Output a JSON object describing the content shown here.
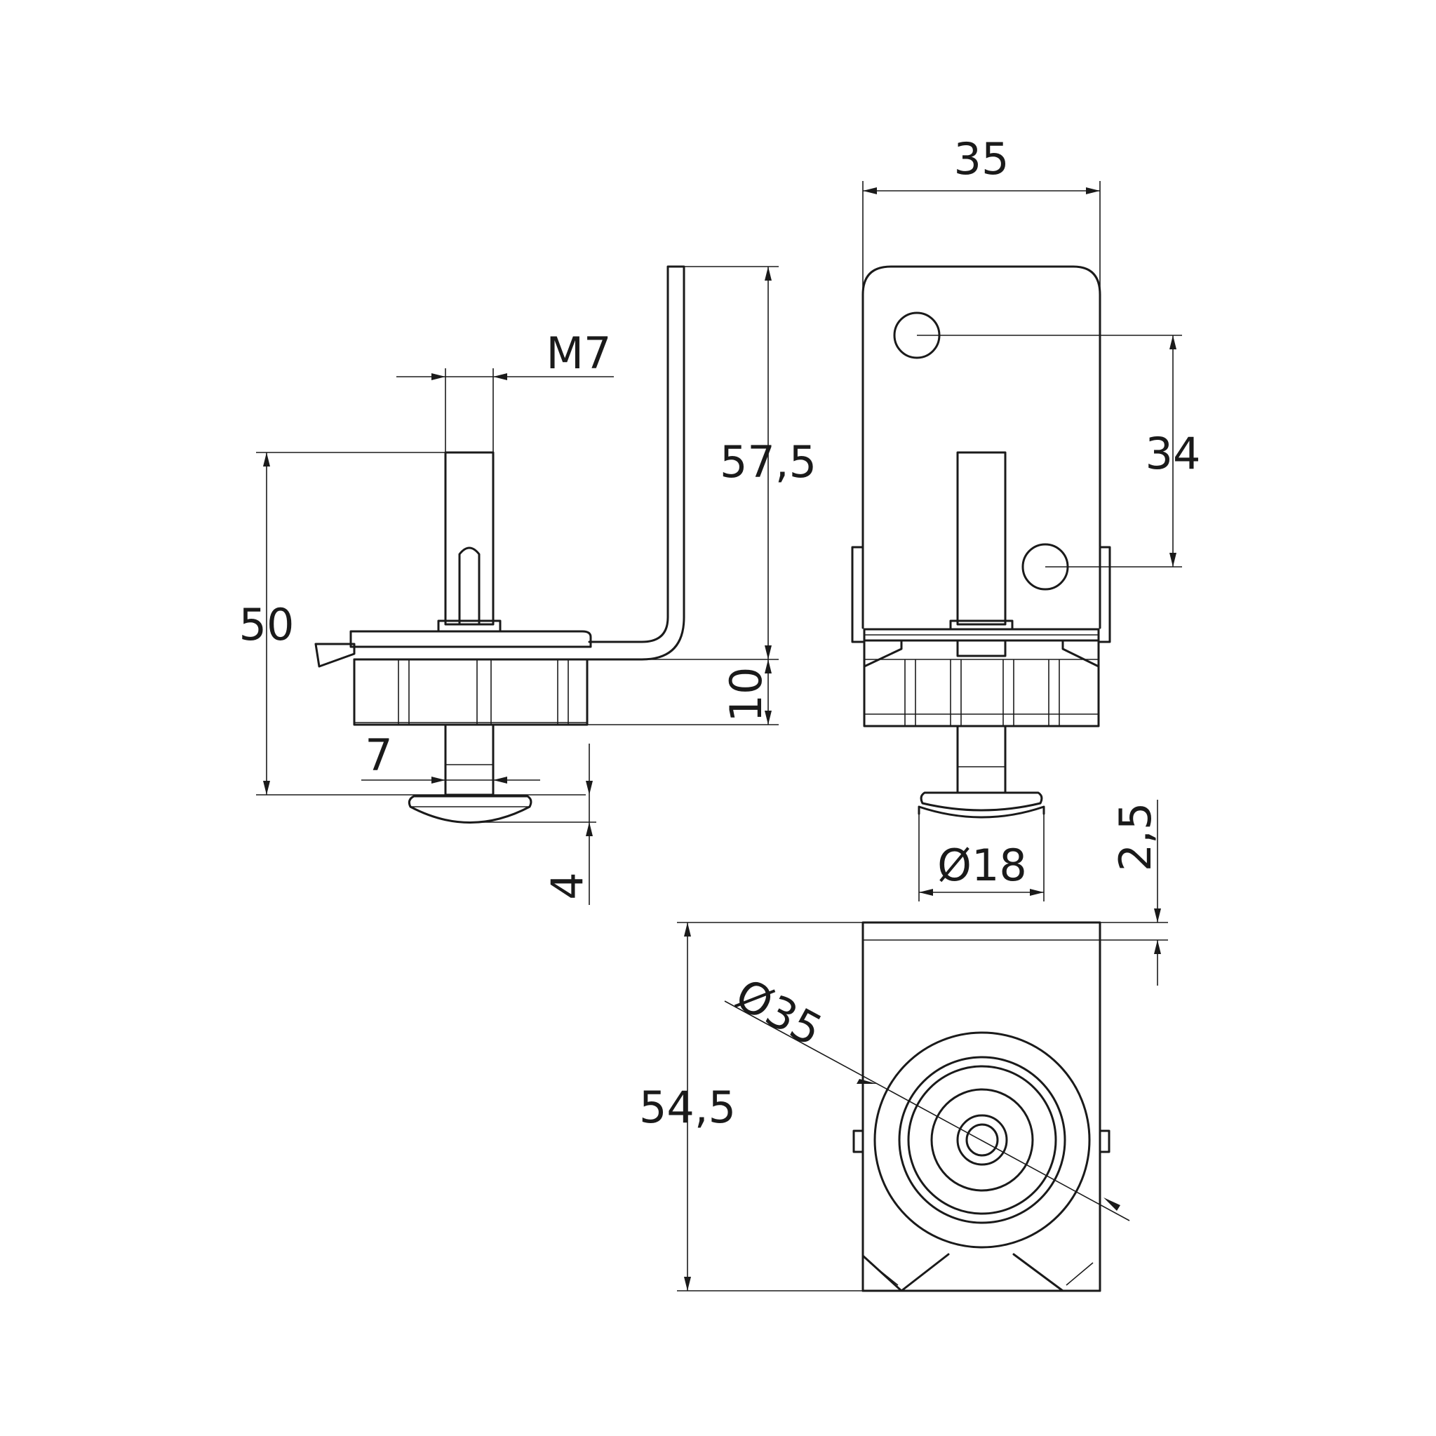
{
  "drawing": {
    "dimensions": {
      "d35_width": "35",
      "d34_hole_spacing": "34",
      "d57_5": "57,5",
      "dM7": "M7",
      "d50": "50",
      "d10": "10",
      "d7": "7",
      "d4": "4",
      "d18_dia": "Ø18",
      "d2_5": "2,5",
      "d35_dia": "Ø35",
      "d54_5": "54,5"
    }
  }
}
